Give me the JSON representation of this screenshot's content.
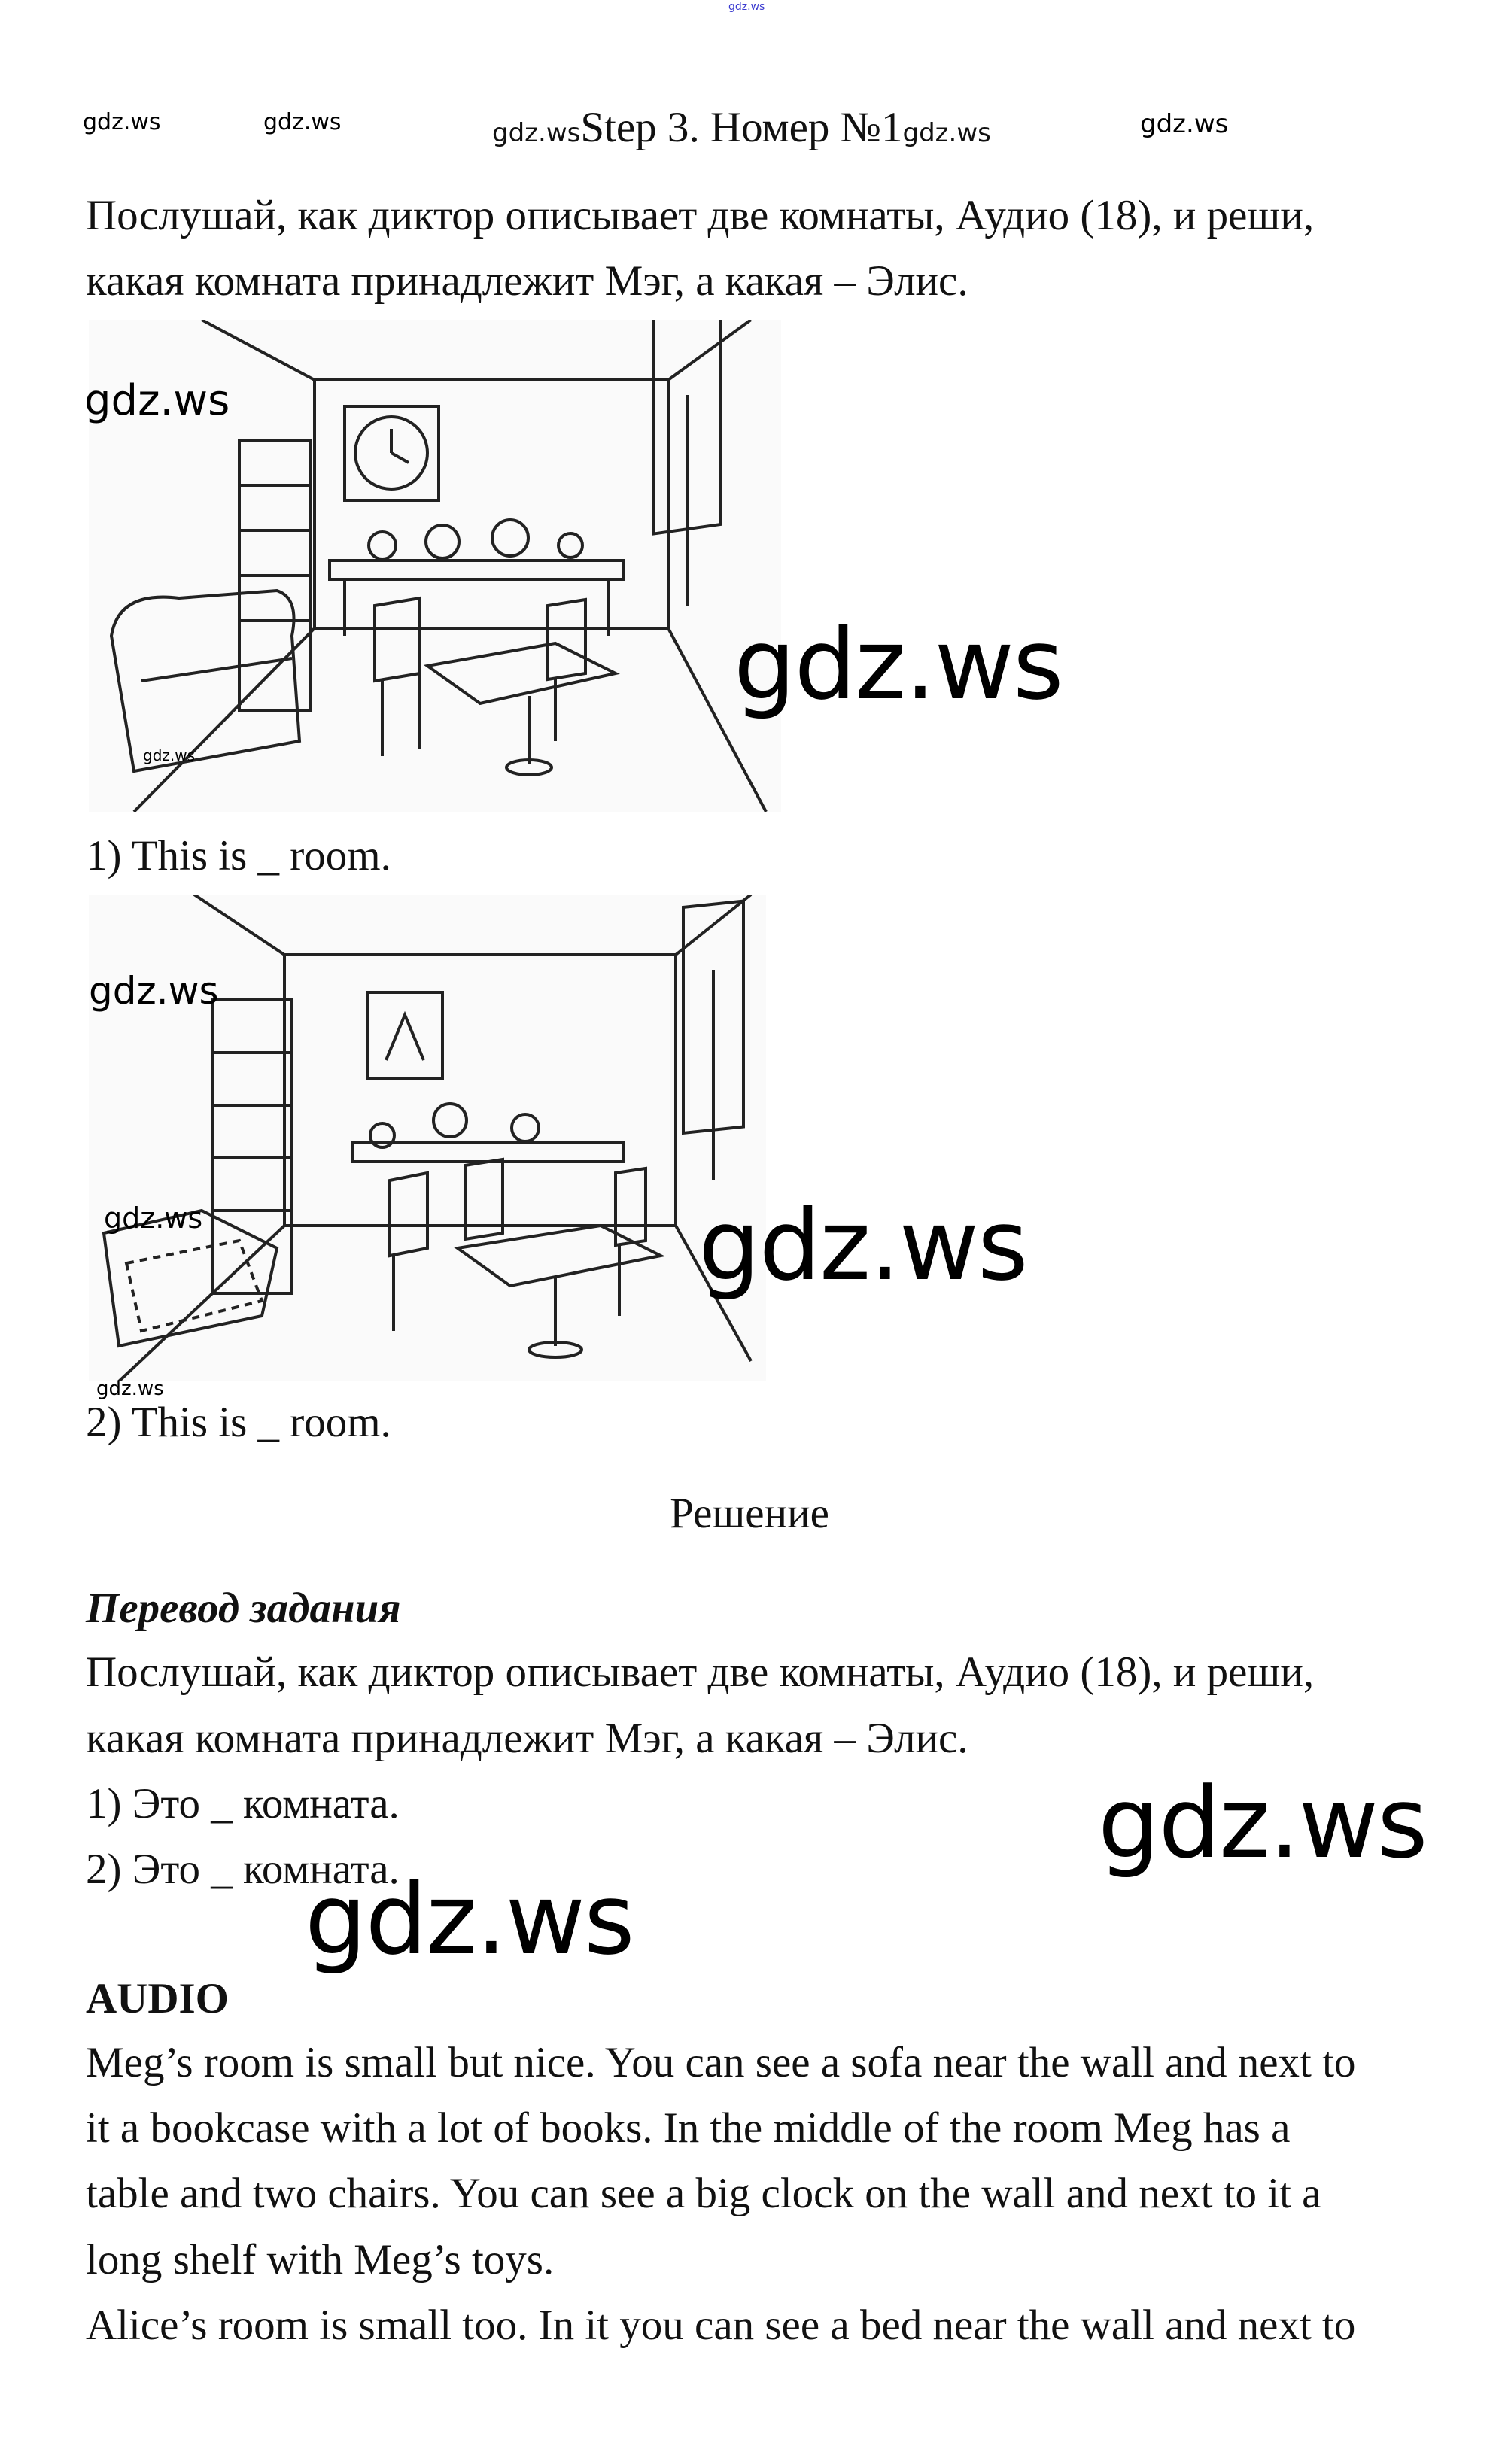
{
  "watermark": "gdz.ws",
  "header": {
    "title": "Step 3. Номер №1"
  },
  "task": {
    "lines": [
      "Послушай, как диктор описывает две комнаты, Аудио (18), и реши,",
      "какая комната принадлежит Мэг, а какая – Элис."
    ],
    "item1": "1) This is _ room.",
    "item2": "2) This is _ room."
  },
  "solution": {
    "heading": "Решение",
    "translation_heading": "Перевод задания",
    "lines": [
      "Послушай, как диктор описывает две комнаты, Аудио (18), и реши,",
      "какая комната принадлежит Мэг, а какая – Элис."
    ],
    "item1": "1) Это _ комната.",
    "item2": "2) Это _ комната."
  },
  "audio": {
    "heading": "AUDIO",
    "lines": [
      "Meg’s room is small but nice. You can see a sofa near the wall and next to",
      "it a bookcase with a lot of books. In the middle of the room Meg has a",
      "table and two chairs. You can see a big clock on the wall and next to it a",
      "long shelf with Meg’s toys.",
      "Alice’s room is small too. In it you can see a bed near the wall and next to"
    ]
  }
}
